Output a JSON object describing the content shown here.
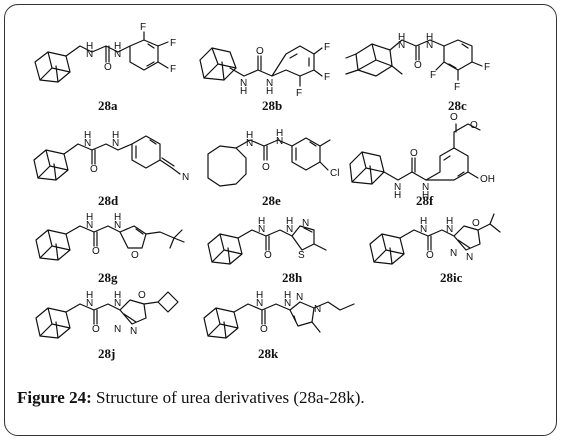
{
  "figure": {
    "caption_label": "Figure 24:",
    "caption_text": " Structure of urea derivatives (28a-28k)."
  },
  "compounds": [
    {
      "id": "28a"
    },
    {
      "id": "28b"
    },
    {
      "id": "28c"
    },
    {
      "id": "28d"
    },
    {
      "id": "28e"
    },
    {
      "id": "28f"
    },
    {
      "id": "28g"
    },
    {
      "id": "28h"
    },
    {
      "id": "28ic"
    },
    {
      "id": "28j"
    },
    {
      "id": "28k"
    }
  ]
}
